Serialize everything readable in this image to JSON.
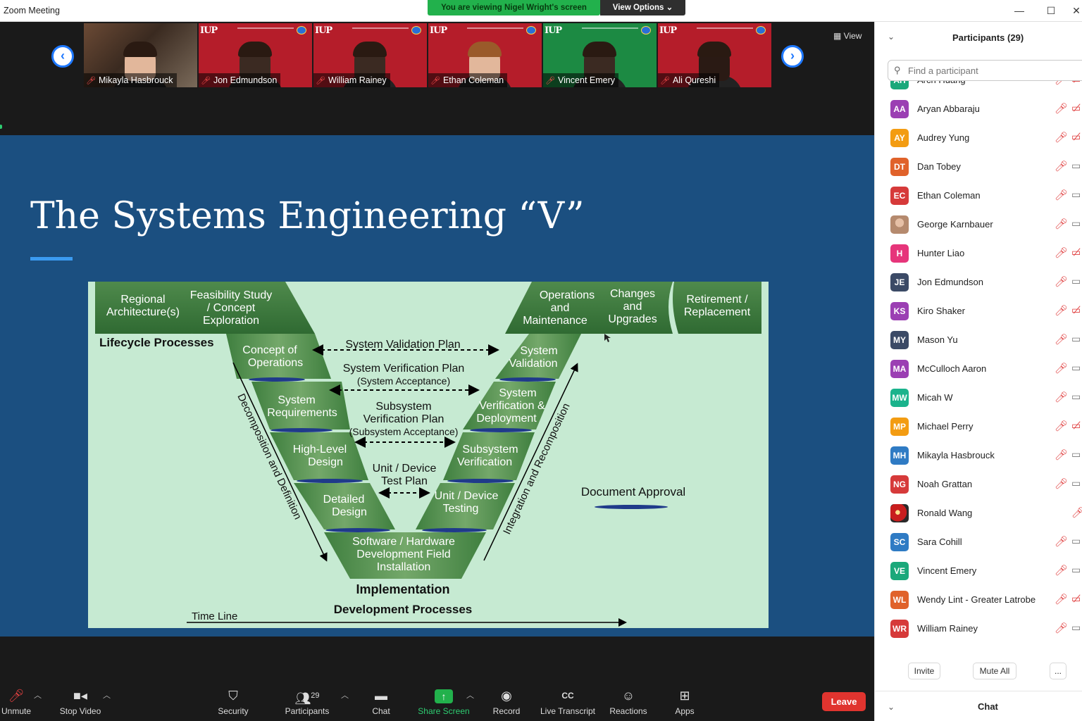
{
  "window": {
    "title": "Zoom Meeting",
    "banner": "You are viewing Nigel Wright's screen",
    "view_options": "View Options ⌄",
    "controls": [
      "—",
      "☐",
      "✕"
    ]
  },
  "thumbnails": [
    {
      "name": "Mikayla Hasbrouck",
      "bg": "photo"
    },
    {
      "name": "Jon Edmundson",
      "bg": "red"
    },
    {
      "name": "William Rainey",
      "bg": "red"
    },
    {
      "name": "Ethan Coleman",
      "bg": "red"
    },
    {
      "name": "Vincent Emery",
      "bg": "green"
    },
    {
      "name": "Ali Qureshi",
      "bg": "red"
    }
  ],
  "thumb_logo": "IUP",
  "view_button": "View",
  "slide": {
    "title": "The Systems Engineering “V”",
    "diagram": {
      "top_left": [
        "Regional",
        "Architecture(s)"
      ],
      "feasibility": [
        "Feasibility Study",
        "/ Concept",
        "Exploration"
      ],
      "operations": [
        "Operations",
        "and",
        "Maintenance"
      ],
      "changes": [
        "Changes",
        "and",
        "Upgrades"
      ],
      "retirement": [
        "Retirement /",
        "Replacement"
      ],
      "lifecycle": "Lifecycle Processes",
      "left_boxes": [
        [
          "Concept of",
          "Operations"
        ],
        [
          "System",
          "Requirements"
        ],
        [
          "High-Level",
          "Design"
        ],
        [
          "Detailed",
          "Design"
        ]
      ],
      "bottom_box": [
        "Software / Hardware",
        "Development Field",
        "Installation"
      ],
      "right_boxes": [
        [
          "System",
          "Validation"
        ],
        [
          "System",
          "Verification &",
          "Deployment"
        ],
        [
          "Subsystem",
          "Verification"
        ],
        [
          "Unit / Device",
          "Testing"
        ]
      ],
      "plans": [
        [
          "System Validation Plan"
        ],
        [
          "System Verification Plan",
          "(System Acceptance)"
        ],
        [
          "Subsystem",
          "Verification Plan",
          "(Subsystem Acceptance)"
        ],
        [
          "Unit / Device",
          "Test Plan"
        ]
      ],
      "left_diagonal": "Decomposition and Definition",
      "right_diagonal": "Integration and Recomposition",
      "document_approval": "Document Approval",
      "implementation": "Implementation",
      "development": "Development Processes",
      "timeline": "Time Line"
    }
  },
  "toolbar": {
    "unmute": "Unmute",
    "stop_video": "Stop Video",
    "security": "Security",
    "participants": "Participants",
    "participants_count": "29",
    "chat": "Chat",
    "share_screen": "Share Screen",
    "record": "Record",
    "live_transcript": "Live Transcript",
    "reactions": "Reactions",
    "apps": "Apps",
    "leave": "Leave"
  },
  "panel": {
    "title": "Participants (29)",
    "search_placeholder": "Find a participant",
    "invite": "Invite",
    "mute_all": "Mute All",
    "more": "...",
    "chat_title": "Chat",
    "participants": [
      {
        "initials": "AH",
        "name": "Arch Huang",
        "color": "#1aa87a",
        "video": "off"
      },
      {
        "initials": "AA",
        "name": "Aryan Abbaraju",
        "color": "#9b3fb3",
        "video": "off"
      },
      {
        "initials": "AY",
        "name": "Audrey Yung",
        "color": "#f39c12",
        "video": "off"
      },
      {
        "initials": "DT",
        "name": "Dan Tobey",
        "color": "#e0622a",
        "video": "on"
      },
      {
        "initials": "EC",
        "name": "Ethan Coleman",
        "color": "#d63a3a",
        "video": "on"
      },
      {
        "initials": "",
        "name": "George Karnbauer",
        "color": "img1",
        "video": "on"
      },
      {
        "initials": "H",
        "name": "Hunter Liao",
        "color": "#e6357a",
        "video": "off"
      },
      {
        "initials": "JE",
        "name": "Jon Edmundson",
        "color": "#3b4a66",
        "video": "on"
      },
      {
        "initials": "KS",
        "name": "Kiro Shaker",
        "color": "#9b3fb3",
        "video": "off"
      },
      {
        "initials": "MY",
        "name": "Mason Yu",
        "color": "#3b4a66",
        "video": "on"
      },
      {
        "initials": "MA",
        "name": "McCulloch Aaron",
        "color": "#9b3fb3",
        "video": "on"
      },
      {
        "initials": "MW",
        "name": "Micah W",
        "color": "#1ab38c",
        "video": "on"
      },
      {
        "initials": "MP",
        "name": "Michael Perry",
        "color": "#f39c12",
        "video": "off"
      },
      {
        "initials": "MH",
        "name": "Mikayla Hasbrouck",
        "color": "#2f7bc4",
        "video": "on"
      },
      {
        "initials": "NG",
        "name": "Noah Grattan",
        "color": "#d63a3a",
        "video": "on"
      },
      {
        "initials": "",
        "name": "Ronald Wang",
        "color": "img2",
        "video": "none"
      },
      {
        "initials": "SC",
        "name": "Sara Cohill",
        "color": "#2f7bc4",
        "video": "on"
      },
      {
        "initials": "VE",
        "name": "Vincent Emery",
        "color": "#1aa87a",
        "video": "on"
      },
      {
        "initials": "WL",
        "name": "Wendy Lint - Greater Latrobe",
        "color": "#e0622a",
        "video": "off"
      },
      {
        "initials": "WR",
        "name": "William Rainey",
        "color": "#d63a3a",
        "video": "on"
      }
    ]
  }
}
